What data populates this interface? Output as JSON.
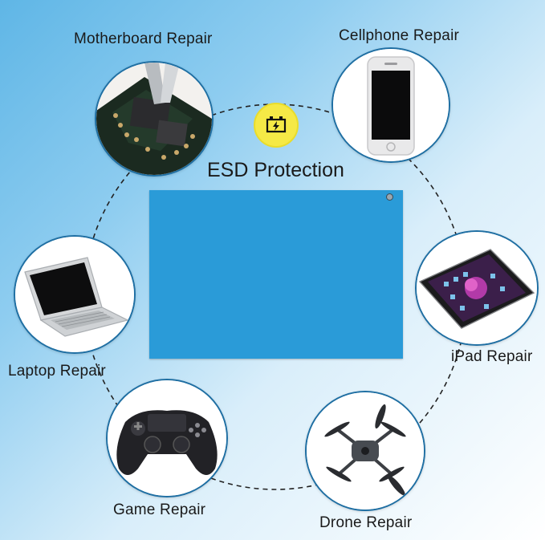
{
  "title": "ESD Protection",
  "items": {
    "motherboard": "Motherboard Repair",
    "cellphone": "Cellphone Repair",
    "laptop": "Laptop Repair",
    "ipad": "iPad Repair",
    "game": "Game Repair",
    "drone": "Drone Repair"
  },
  "icons": {
    "esd": "battery-warning-icon",
    "mat": "esd-mat"
  },
  "colors": {
    "mat": "#2a9bd8",
    "esd_badge": "#f5e946",
    "circle_border": "#1f6fa3"
  }
}
